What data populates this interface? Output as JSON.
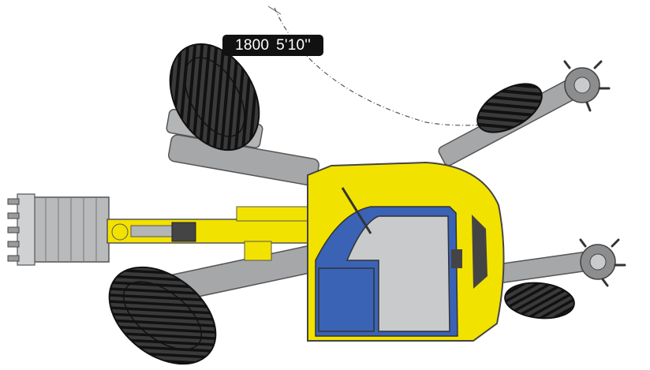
{
  "dimension_label": {
    "metric": "1800",
    "imperial": "5'10''"
  },
  "colors": {
    "body_yellow": "#f2e200",
    "cab_blue": "#3a63b6",
    "cab_gray": "#c9cacc",
    "frame_gray": "#9a9b9d",
    "tire_black": "#2a2a2a",
    "label_bg": "#111111"
  },
  "components": [
    "arc-dimension-line",
    "bucket",
    "boom-arm",
    "rear-wheel-top-left",
    "rear-wheel-bottom-left",
    "front-wheel-top-right",
    "front-wheel-bottom-right",
    "stabilizer-claw-top",
    "stabilizer-claw-bottom",
    "upper-chassis",
    "operator-cab"
  ]
}
